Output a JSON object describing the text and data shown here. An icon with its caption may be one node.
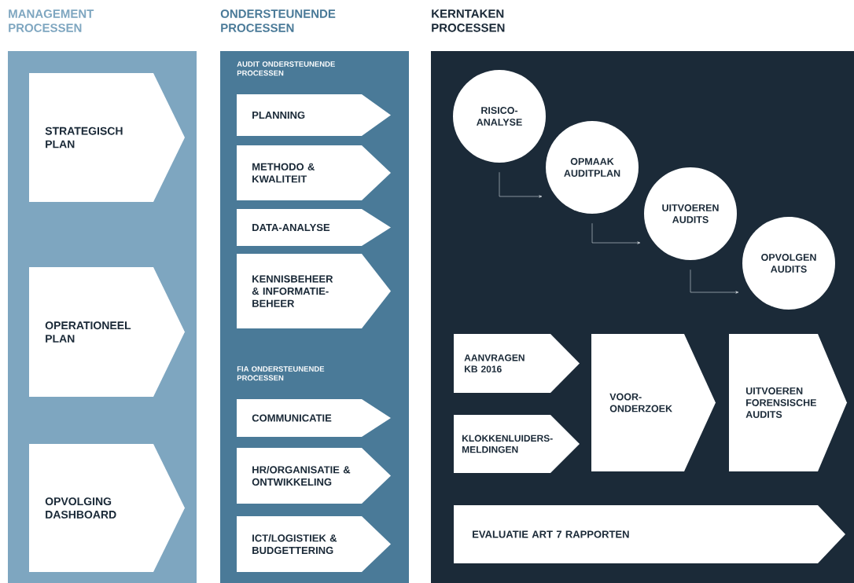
{
  "diagram": {
    "nodes": [
      {
        "text": [
          "MANAGEMENT PROCESSEN"
        ]
      },
      {
        "text": [
          "STRATEGISCH PLAN"
        ],
        "in": 0
      },
      {
        "text": [
          "OPERATIONEEL PLAN"
        ],
        "in": 0
      },
      {
        "text": [
          "OPVOLGING DASHBOARD"
        ],
        "in": 0
      },
      {
        "text": [
          "ONDERSTEUNENDE PROCESSEN"
        ]
      },
      {
        "text": [
          "PLANNING"
        ],
        "in": 4
      },
      {
        "text": [
          "METHODO & KWALITEIT"
        ],
        "in": 4
      },
      {
        "text": [
          "DATA-ANALYSE"
        ],
        "in": 4
      },
      {
        "text": [
          "KENNISBEHEER & INFORMATIE-BEHEER"
        ],
        "in": 4
      },
      {
        "text": [
          "COMMUNICATIE"
        ],
        "in": 4
      },
      {
        "text": [
          "HR/ORGANISATIE & ONTWIKKELING"
        ],
        "in": 4
      },
      {
        "text": [
          "ICT/LOGISTIEK & BUDGETTERING"
        ],
        "in": 4
      },
      {
        "text": [
          "KERNTAKEN PROCESSEN"
        ]
      },
      {
        "text": [
          "RISICO-ANALYSE"
        ],
        "in": 12
      },
      {
        "text": [
          "OPMAAK AUDITPLAN"
        ],
        "in": 12
      },
      {
        "text": [
          "UITVOEREN AUDITS"
        ],
        "in": 12
      },
      {
        "text": [
          "OPVOLGEN AUDITS"
        ],
        "in": 12
      },
      {
        "text": [
          "AANVRAGEN KB 2016"
        ],
        "in": 12
      },
      {
        "text": [
          "KLOKKENLUIDERS-MELDINGEN"
        ],
        "in": 12
      },
      {
        "text": [
          "VOOR-ONDERZOEK"
        ],
        "in": 12
      },
      {
        "text": [
          "UITVOEREN FORENSISCHE AUDITS"
        ],
        "in": 12
      },
      {
        "text": [
          "EVALUATIE ART 7 RAPPORTEN"
        ],
        "in": 12
      }
    ],
    "edges": [
      {
        "from": 13,
        "to": 14,
        "arrow": "to"
      },
      {
        "from": 14,
        "to": 15,
        "arrow": "to"
      },
      {
        "from": 15,
        "to": 16,
        "arrow": "to"
      }
    ],
    "labels": [
      "AUDIT ONDERSTEUNENDE PROCESSEN",
      "FIA ONDERSTEUNENDE PROCESSEN"
    ]
  }
}
